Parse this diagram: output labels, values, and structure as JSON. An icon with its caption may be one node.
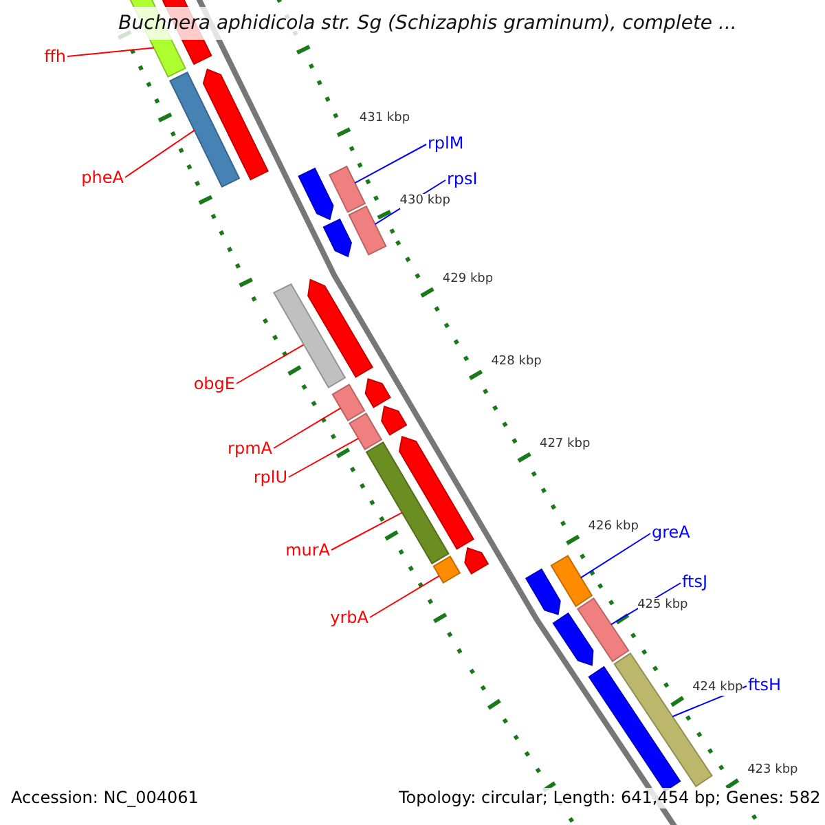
{
  "diagram": {
    "title": "Buchnera aphidicola str. Sg (Schizaphis graminum), complete ...",
    "nodes": [
      {
        "text": [
          "ffh"
        ]
      },
      {
        "text": [
          "rplM"
        ]
      },
      {
        "text": [
          "pheA"
        ]
      },
      {
        "text": [
          "rpsI"
        ]
      },
      {
        "text": [
          "obgE"
        ]
      },
      {
        "text": [
          "rpmA"
        ]
      },
      {
        "text": [
          "rplU"
        ]
      },
      {
        "text": [
          "greA"
        ]
      },
      {
        "text": [
          "murA"
        ]
      },
      {
        "text": [
          "ftsJ"
        ]
      },
      {
        "text": [
          "yrbA"
        ]
      },
      {
        "text": [
          "ftsH"
        ]
      },
      {
        "text": [],
        "shape": "bar"
      },
      {
        "text": [],
        "shape": "bar"
      },
      {
        "text": [],
        "shape": "bar"
      },
      {
        "text": [],
        "shape": "bar"
      },
      {
        "text": [],
        "shape": "bar"
      },
      {
        "text": [],
        "shape": "bar"
      },
      {
        "text": [],
        "shape": "bar"
      },
      {
        "text": [],
        "shape": "bar"
      },
      {
        "text": [],
        "shape": "bar"
      },
      {
        "text": [],
        "shape": "bar"
      },
      {
        "text": [],
        "shape": "bar"
      },
      {
        "text": [],
        "shape": "bar"
      },
      {
        "text": [],
        "shape": "arrow"
      },
      {
        "text": [],
        "shape": "arrow"
      },
      {
        "text": [],
        "shape": "arrow"
      },
      {
        "text": [],
        "shape": "arrow"
      },
      {
        "text": [],
        "shape": "arrow"
      },
      {
        "text": [],
        "shape": "arrow"
      },
      {
        "text": [],
        "shape": "arrow"
      },
      {
        "text": [],
        "shape": "arrow"
      },
      {
        "text": [],
        "shape": "arrow"
      },
      {
        "text": [],
        "shape": "arrow"
      },
      {
        "text": [],
        "shape": "arrow"
      },
      {
        "text": [],
        "shape": "arrow"
      }
    ],
    "edges": [
      {
        "from": 0,
        "to": 12,
        "arrow": "none"
      },
      {
        "from": 1,
        "to": 14,
        "arrow": "none",
        "color": "#0000ff"
      },
      {
        "from": 2,
        "to": 13,
        "arrow": "none"
      },
      {
        "from": 3,
        "to": 15,
        "arrow": "none",
        "color": "#0000ff"
      },
      {
        "from": 4,
        "to": 16,
        "arrow": "none"
      },
      {
        "from": 5,
        "to": 17,
        "arrow": "none"
      },
      {
        "from": 6,
        "to": 18,
        "arrow": "none"
      },
      {
        "from": 7,
        "to": 21,
        "arrow": "none",
        "color": "#0000ff"
      },
      {
        "from": 8,
        "to": 19,
        "arrow": "none"
      },
      {
        "from": 9,
        "to": 22,
        "arrow": "none",
        "color": "#0000ff"
      },
      {
        "from": 10,
        "to": 20,
        "arrow": "none"
      },
      {
        "from": 11,
        "to": 23,
        "arrow": "none",
        "color": "#0000ff"
      }
    ],
    "labels": [
      "431 kbp",
      "430 kbp",
      "429 kbp",
      "428 kbp",
      "427 kbp",
      "426 kbp",
      "425 kbp",
      "424 kbp",
      "423 kbp",
      "Accession: NC_004061",
      "Topology: circular; Length: 641,454 bp; Genes: 582"
    ]
  }
}
